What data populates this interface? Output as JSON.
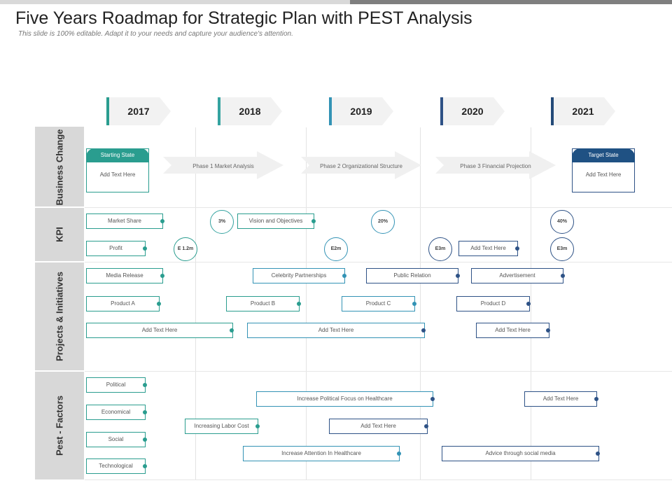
{
  "header": {
    "title": "Five Years Roadmap for Strategic Plan with PEST Analysis",
    "subtitle": "This slide is 100% editable. Adapt it to your needs and capture your audience's attention."
  },
  "years": [
    "2017",
    "2018",
    "2019",
    "2020",
    "2021"
  ],
  "categories": [
    "Business Change",
    "KPI",
    "Projects & Initiatives",
    "Pest - Factors"
  ],
  "business_change": {
    "starting": {
      "title": "Starting State",
      "body": "Add Text Here"
    },
    "target": {
      "title": "Target State",
      "body": "Add Text Here"
    },
    "phases": [
      "Phase 1 Market Analysis",
      "Phase 2 Organizational Structure",
      "Phase 3 Financial Projection"
    ]
  },
  "kpi": {
    "boxes": [
      "Market Share",
      "Vision and Objectives",
      "Profit",
      "Add Text Here"
    ],
    "circles": [
      "3%",
      "20%",
      "40%",
      "E 1.2m",
      "E2m",
      "E3m",
      "E3m"
    ]
  },
  "projects": [
    "Media Release",
    "Celebrity Partnerships",
    "Public Relation",
    "Advertisement",
    "Product A",
    "Product B",
    "Product C",
    "Product D",
    "Add Text Here",
    "Add Text Here",
    "Add Text Here"
  ],
  "pest": {
    "factors": [
      "Political",
      "Economical",
      "Social",
      "Technological"
    ],
    "items": [
      "Increase Political Focus on Healthcare",
      "Add Text Here",
      "Increasing Labor Cost",
      "Add Text Here",
      "Increase Attention In Healthcare",
      "Advice through social media"
    ]
  },
  "colors": {
    "teal": "#2a9d8f",
    "mid_blue": "#3393b5",
    "dark_blue": "#2e5286",
    "header_gray": "#d8d8d8"
  }
}
